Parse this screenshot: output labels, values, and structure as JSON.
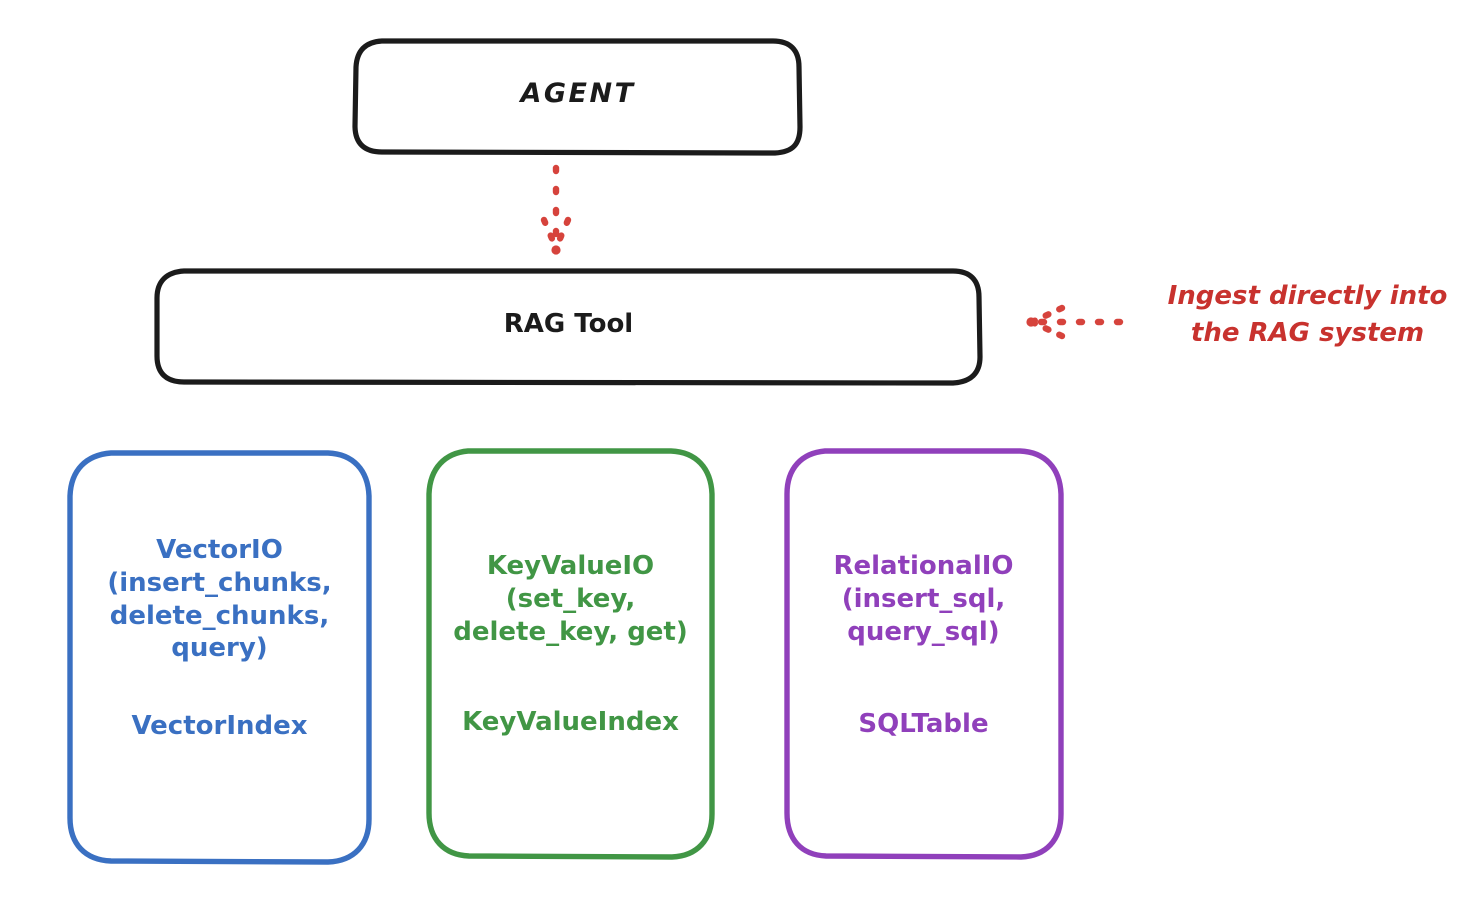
{
  "diagram": {
    "title_block": {
      "label": "AGENT"
    },
    "tool_block": {
      "label": "RAG Tool"
    },
    "annotation": {
      "text": "Ingest directly into\nthe RAG system"
    },
    "providers": [
      {
        "id": "vector",
        "signature": "VectorIO\n(insert_chunks,\ndelete_chunks,\nquery)",
        "index": "VectorIndex",
        "color": "#3a70c2"
      },
      {
        "id": "keyvalue",
        "signature": "KeyValueIO\n(set_key,\ndelete_key, get)",
        "index": "KeyValueIndex",
        "color": "#419645"
      },
      {
        "id": "relational",
        "signature": "RelationalIO\n(insert_sql,\nquery_sql)",
        "index": "SQLTable",
        "color": "#9040bb"
      }
    ],
    "colors": {
      "outline": "#1b1b1b",
      "accent_red": "#d6433c",
      "annotation_red": "#c8322e",
      "blue": "#3a70c2",
      "green": "#419645",
      "purple": "#9040bb",
      "background": "#ffffff"
    }
  }
}
